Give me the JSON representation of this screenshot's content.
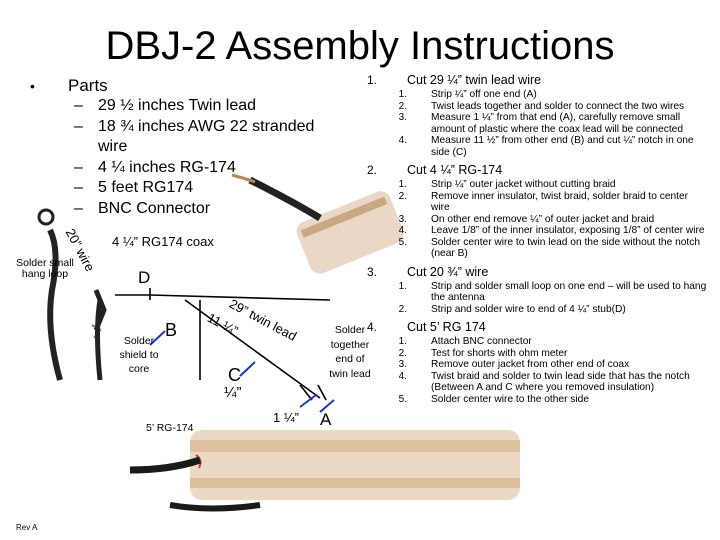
{
  "title": "DBJ-2 Assembly Instructions",
  "parts": {
    "bullet": "•",
    "heading": "Parts",
    "items": [
      "29 ½ inches Twin lead",
      "18 ¾ inches AWG 22 stranded wire",
      "4 ¼ inches RG-174",
      "5 feet RG174",
      "BNC Connector"
    ]
  },
  "diagram": {
    "label_20wire": "20” wire",
    "label_coax": "4 ¼” RG174 coax",
    "label_solder_loop": "Solder small hang loop",
    "label_D": "D",
    "label_twin_lead": "29” twin lead",
    "label_11_quarter": "11 ¼”",
    "label_B": "B",
    "label_solder_shield": "Solder shield to core",
    "label_C": "C",
    "label_quarter": "¼”",
    "label_1_quarter": "1 ¼”",
    "label_A": "A",
    "label_rg174": "5’ RG-174",
    "label_solder_together": "Solder together end of twin lead",
    "rev": "Rev A"
  },
  "instructions": [
    {
      "num": "1.",
      "title": "Cut 29 ¼” twin lead wire",
      "steps": [
        "Strip ¼” off one end (A)",
        "Twist leads together and solder to connect the two wires",
        "Measure 1 ¼” from that end (A), carefully remove small amount of plastic where the coax lead will be connected",
        "Measure 11 ½” from other end (B) and cut ¼” notch in one side (C)"
      ]
    },
    {
      "num": "2.",
      "title": "Cut 4 ¼” RG-174",
      "steps": [
        "Strip ¼” outer jacket without cutting braid",
        "Remove inner insulator, twist braid, solder braid to center wire",
        "On other end remove ¼” of outer jacket and braid",
        "Leave 1/8” of the inner insulator, exposing 1/8” of center wire",
        "Solder center wire to twin lead on the side without the notch (near B)"
      ]
    },
    {
      "num": "3.",
      "title": "Cut 20 ¾” wire",
      "steps": [
        "Strip and solder small loop on one end – will be used to hang the antenna",
        "Strip and solder wire to end of 4 ¼” stub(D)"
      ]
    },
    {
      "num": "4.",
      "title": "Cut 5’ RG 174",
      "steps": [
        "Attach BNC connector",
        "Test for shorts with ohm meter",
        "Remove outer jacket from other end of coax",
        "Twist braid and solder to twin lead side that has the notch (Between A and C where you removed insulation)",
        "Solder center wire to the other side"
      ]
    }
  ]
}
